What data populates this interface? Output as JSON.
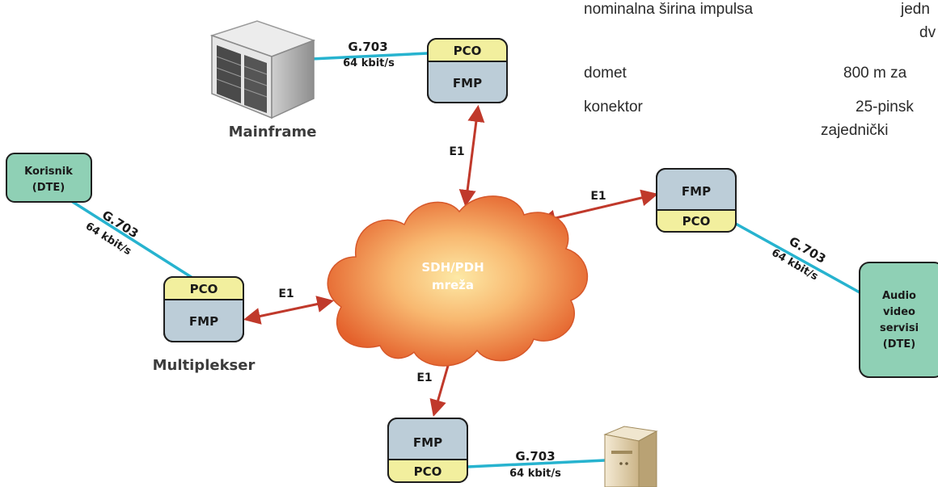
{
  "diagram": {
    "cloud_label_1": "SDH/PDH",
    "cloud_label_2": "mreža",
    "mainframe_label": "Mainframe",
    "multiplekser_label": "Multiplekser",
    "korisnik_1": "Korisnik",
    "korisnik_2": "(DTE)",
    "audio_1": "Audio",
    "audio_2": "video",
    "audio_3": "servisi",
    "audio_4": "(DTE)",
    "pco": "PCO",
    "fmp": "FMP",
    "e1": "E1",
    "g703": "G.703",
    "rate": "64 kbit/s"
  },
  "table": {
    "row1_label": "nominalna širina impulsa",
    "row1_value_a": "jedn",
    "row1_value_b": "dv",
    "row2_label": "domet",
    "row2_value": "800 m za",
    "row3_label": "konektor",
    "row3_value_a": "25-pinsk",
    "row3_value_b": "zajednički"
  },
  "colors": {
    "link_blue": "#27b3cf",
    "e1_arrow": "#c0392b",
    "pco_yellow": "#f2ef9e",
    "fmp_gray": "#bccdd8",
    "dte_green": "#8fd0b5"
  }
}
